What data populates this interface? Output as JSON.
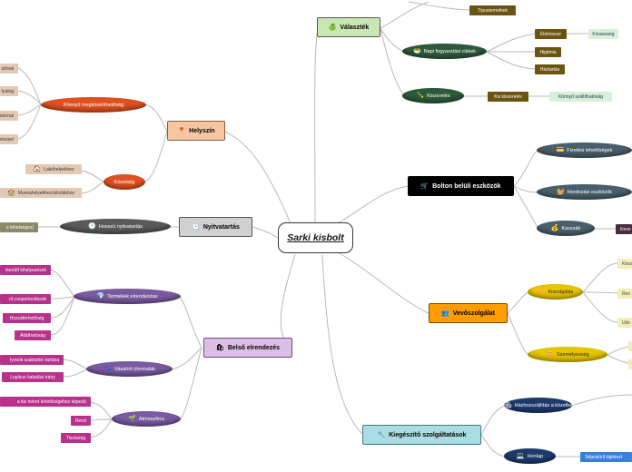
{
  "central": {
    "label": "Sarki kisbolt"
  },
  "valaszték": {
    "label": "Választék",
    "icon": "apple-icon",
    "children": [
      {
        "label": "Napi fogyasztási cikkek",
        "icon": "bowl-icon",
        "tags": [
          {
            "label": "Élelmiszer",
            "sub": "Frissesség"
          },
          {
            "label": "Higiénia"
          },
          {
            "label": "Háztartás"
          }
        ]
      },
      {
        "label": "Kiszerelés",
        "icon": "bottle-icon",
        "tags": [
          {
            "label": "Kis kiszerelés",
            "sub": "Könnyű szállíthatóság"
          }
        ]
      }
    ],
    "top_tag": "Típustermékek"
  },
  "bolton_beluli": {
    "label": "Bolton belüli eszközök",
    "icon": "cart-icon",
    "children": [
      {
        "label": "Fizetési lehetőségek",
        "icon": "card-icon"
      },
      {
        "label": "Hordozási eszközök",
        "icon": "basket-icon"
      },
      {
        "label": "Kasszák",
        "icon": "money-bag-icon",
        "tag": "Keve"
      }
    ]
  },
  "vevoszolgalat": {
    "label": "Vevőszolgálat",
    "icon": "people-icon",
    "children": [
      {
        "label": "Kiszolgálás",
        "icon": "handshake-icon",
        "tags": [
          "Kész",
          "Ren",
          "Udv"
        ]
      },
      {
        "label": "Személyesség",
        "icon": "smile-icon"
      }
    ]
  },
  "kiegeszito": {
    "label": "Kiegészítő szolgáltatások",
    "icon": "tools-icon",
    "children": [
      {
        "label": "Házhozszállítás a közelbe",
        "icon": "house-icon"
      },
      {
        "label": "Honlap",
        "icon": "laptop-icon",
        "tag": "Teljeskörű tájékozt"
      }
    ]
  },
  "belso": {
    "label": "Belső elrendezés",
    "icon": "gift-icon",
    "children": [
      {
        "label": "Termékek elrendezése",
        "icon": "gem-icon",
        "tags": [
          "rkerülő kihelyezések",
          "rű csoportosítások",
          "Hozzáférhetőség",
          "Átláthatóság"
        ]
      },
      {
        "label": "Vásárlói útvonalak",
        "icon": "paw-icon",
        "tags": [
          "lyosók szabadon tartása",
          "Logikus haladási irány"
        ]
      },
      {
        "label": "Atmoszféra",
        "icon": "sprout-icon",
        "tags": [
          "a kis méret lehetőségéhez képest)",
          "Rend",
          "Tisztaság"
        ]
      }
    ]
  },
  "nyitvatartas": {
    "label": "Nyitvatartás",
    "icon": "clock-icon",
    "children": [
      {
        "label": "Hosszú nyitvatartás",
        "icon": "clock-icon",
        "tag": "e lehetséges)"
      }
    ]
  },
  "helyszin": {
    "label": "Helyszín",
    "icon": "pin-icon",
    "children": [
      {
        "label": "Könnyű megközelíthetőség",
        "tags": [
          "utóval",
          "lyalog",
          "otornal",
          "elessel"
        ]
      },
      {
        "label": "Közelség",
        "tags": [
          {
            "label": "Lakóhelyekhez",
            "icon": "home-icon"
          },
          {
            "label": "Munkahelyekhez/iskolákhoz",
            "icon": "school-icon"
          }
        ]
      }
    ]
  }
}
